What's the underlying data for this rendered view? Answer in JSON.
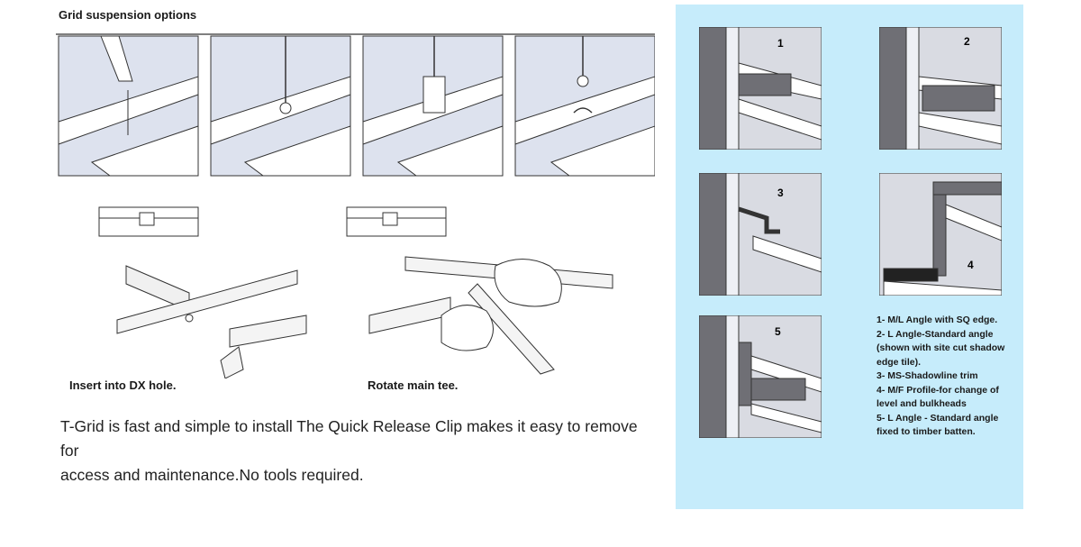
{
  "left": {
    "title": "Grid suspension options",
    "captions": [
      "Insert into DX hole.",
      "Rotate main tee."
    ],
    "description_line1": "T-Grid is fast and simple to install The Quick Release Clip makes it easy to remove for",
    "description_line2": "access and maintenance.No tools required."
  },
  "right": {
    "background": "#c6ecfb",
    "numbers": [
      "1",
      "2",
      "3",
      "4",
      "5"
    ],
    "legend": [
      "1- M/L Angle with SQ edge.",
      "2- L Angle-Standard angle",
      "(shown with site cut shadow",
      "edge tile).",
      "3- MS-Shadowline trim",
      "4- M/F Profile-for change of",
      "level and bulkheads",
      "5- L Angle - Standard angle",
      "fixed to timber batten."
    ]
  }
}
